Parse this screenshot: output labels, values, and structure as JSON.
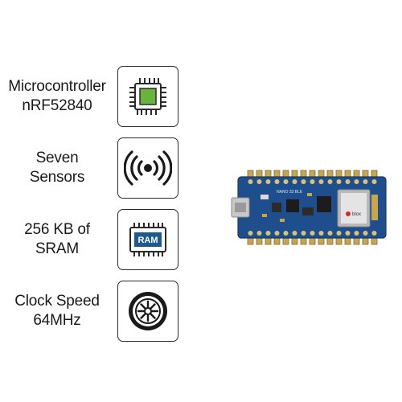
{
  "features": [
    {
      "line1": "Microcontroller",
      "line2": "nRF52840",
      "icon": "microcontroller-chip-icon"
    },
    {
      "line1": "Seven",
      "line2": "Sensors",
      "icon": "sensor-waves-icon"
    },
    {
      "line1": "256 KB of",
      "line2": "SRAM",
      "icon": "ram-chip-icon"
    },
    {
      "line1": "Clock Speed",
      "line2": "64MHz",
      "icon": "clock-speed-dial-icon"
    }
  ],
  "ram_icon_text": "RAM",
  "board": {
    "module_brand": "blox",
    "silkscreen": "NANO 33 BLE"
  },
  "colors": {
    "icon_stroke": "#2a2a2a",
    "chip_green": "#6ab43e",
    "ram_blue": "#1f5a8f",
    "board_blue": "#1e4f8c"
  }
}
